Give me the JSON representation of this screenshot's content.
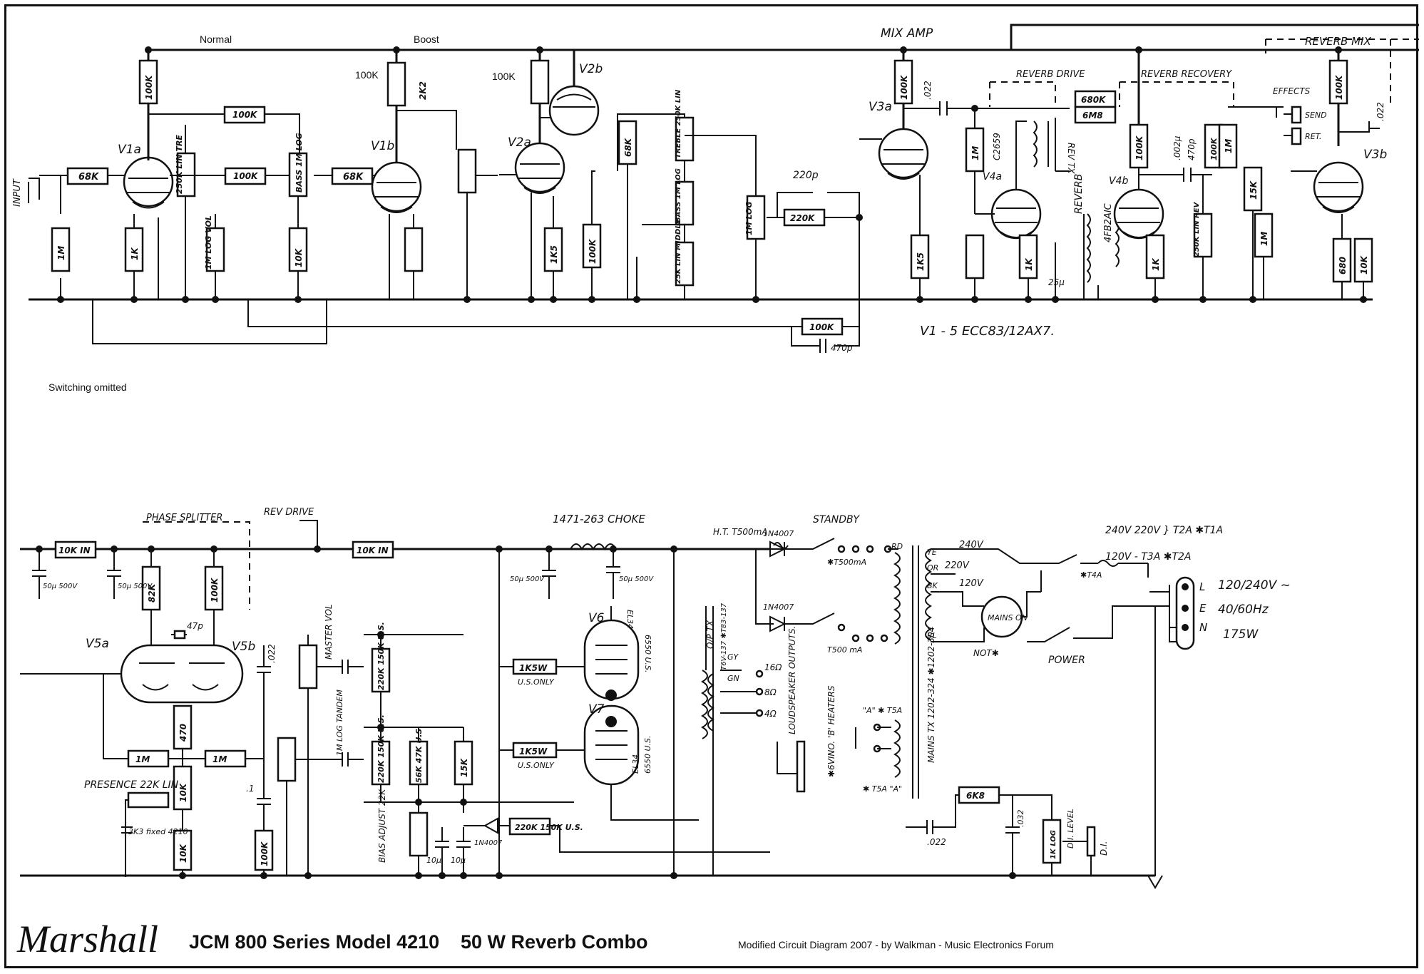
{
  "labels": {
    "input": "INPUT",
    "normal": "Normal",
    "boost": "Boost",
    "mix_amp": "MIX AMP",
    "reverb_mix": "REVERB MIX",
    "reverb_drive": "REVERB DRIVE",
    "reverb_recovery": "REVERB RECOVERY",
    "effects": "EFFECTS",
    "send": "SEND",
    "ret": "RET.",
    "reverb_tank": "REVERB",
    "reverb_tank_type": "4FB2AIC",
    "rev_tx": "REV TX",
    "switching_omitted": "Switching omitted",
    "valves_note": "V1 - 5  ECC83/12AX7.",
    "phase_splitter": "PHASE SPLITTER",
    "rev_drive": "REV DRIVE",
    "choke": "1471-263 CHOKE",
    "ht": "H.T. T500mA",
    "standby": "STANDBY",
    "power": "POWER",
    "mains_on": "MAINS ON",
    "voltage_sel1": "240V 220V } T2A ✱T1A",
    "voltage_sel2": "120V - T3A ✱T2A",
    "spec_volts": "120/240V ~",
    "spec_hz": "40/60Hz",
    "spec_watts": "175W",
    "presence": "PRESENCE 22K LIN",
    "master_vol": "MASTER VOL",
    "tandem": "1M LOG TANDEM",
    "bias_adjust": "BIAS ADJUST 22K",
    "us_only_1": "U.S.ONLY",
    "us_only_2": "U.S.ONLY",
    "op_tx": "O/P TX",
    "op_tx_no": "T6V-137 ✱T83-137",
    "loudspeaker": "LOUDSPEAKER OUTPUTS.",
    "heaters": "✱6VINO. 'B' HEATERS",
    "mains_tx": "MAINS TX 1202-324 ✱1202-304",
    "di_level": "D.I. LEVEL",
    "di": "D.I.",
    "not": "NOT✱",
    "ohm16": "16Ω",
    "ohm8": "8Ω",
    "ohm4": "4Ω",
    "v1a": "V1a",
    "v1b": "V1b",
    "v2a": "V2a",
    "v2b": "V2b",
    "v3a": "V3a",
    "v3b": "V3b",
    "v4a": "V4a",
    "v4b": "V4b",
    "v5a": "V5a",
    "v5b": "V5b",
    "v6": "V6",
    "v7": "V7",
    "v6_type": "6550 U.S.",
    "v6_el": "EL34",
    "v7_type": "6550 U.S.",
    "v7_el": "EL34"
  },
  "components": {
    "r68k_a": "68K",
    "r68k_b": "68K",
    "r100k_v1": "100K",
    "r100k_v2": "100K",
    "r100k_top1": "100K",
    "r2k2": "2K2",
    "r100k_a": "100K",
    "r100k_b": "100K",
    "r1m_in": "1M",
    "r1k_in": "1K",
    "bass_pot": "BASS 1M LOG",
    "vol_pot": "1M LOG VOL",
    "r10k": "10K",
    "treble_pot1": "250K LIN TRE",
    "r1k5": "1K5",
    "r100k_c": "100K",
    "r68k_c": "68K",
    "treble_pot2": "TREBLE 250K LIN",
    "bass_pot2": "BASS 1M LOG",
    "middle_pot": "25K LIN MIDDLE",
    "r1m_log": "1M LOG",
    "c220p": "220p",
    "r220k": "220K",
    "r100k_fb": "100K",
    "c470p_fb": "470p",
    "r100k_v3": "100K",
    "c022_v3": ".022",
    "r1k5_v3": "1K5",
    "r1m_v4": "1M",
    "c2659": "C2659",
    "r1k_v4": "1K",
    "c25": "25μ",
    "r680k": "680K",
    "r6m8": "6M8",
    "r100k_v4b": "100K",
    "c002": ".002μ",
    "c470p_v4b": "470p",
    "rev_pot": "250K LIN REV",
    "r1k_v4b": "1K",
    "r1m_a": "1M",
    "r15k": "15K",
    "r100k_mix": "100K",
    "r1m_b": "1M",
    "r100k_v3b": "100K",
    "c022_v3b": ".022",
    "r680": "680",
    "r10k_v3b": "10K",
    "r10k_in": "10K IN",
    "r10k_in2": "10K IN",
    "r82k": "82K",
    "r100k_ps": "100K",
    "c47p": "47p",
    "r470": "470",
    "r1m_ps1": "1M",
    "r1m_ps2": "1M",
    "r10k_pres": "10K",
    "r3k3": "3K3 fixed 4210",
    "r10k_ps": "10K",
    "c022_ps": ".022",
    "c1": ".1",
    "r100k_gnd": "100K",
    "r220k_us": "220K 150K U.S.",
    "r220k_us2": "220K 150K U.S.",
    "r56k": "56K 47K U.S.",
    "r15k_ps": "15K",
    "c10_a": "10μ",
    "c10_b": "10μ",
    "d_in4007": "1N4007",
    "r220k_bias": "220K 150K U.S.",
    "r1k5w_a": "1K5W",
    "r1k5w_b": "1K5W",
    "cap50_a": "50μ 500V",
    "cap50_b": "50μ 500V",
    "cap50_c": "50μ 500V",
    "cap50_d": "50μ 500V",
    "d_in4007_a": "1N4007",
    "d_in4007_b": "1N4007",
    "t500ma": "✱T500mA",
    "t500ma_b": "T500 mA",
    "t5a_a": "\"A\" ✱ T5A",
    "t5a_b": "✱ T5A \"A\"",
    "r6k8": "6K8",
    "c022_di": ".022",
    "c032": ".032",
    "di_pot": "1K LOG",
    "c022_fb": ".022",
    "ye": "YE",
    "or": "OR",
    "bk": "BK",
    "rd": "RD",
    "bl": "BL",
    "gy": "GY",
    "gn": "GN",
    "v240": "240V",
    "v220": "220V",
    "v120": "120V",
    "t4a": "✱T4A",
    "l": "L",
    "e": "E",
    "n": "N"
  },
  "footer": {
    "brand": "Marshall",
    "model": "JCM 800 Series Model 4210",
    "power": "50 W  Reverb Combo",
    "credit": "Modified Circuit Diagram 2007 - by Walkman - Music Electronics Forum"
  }
}
